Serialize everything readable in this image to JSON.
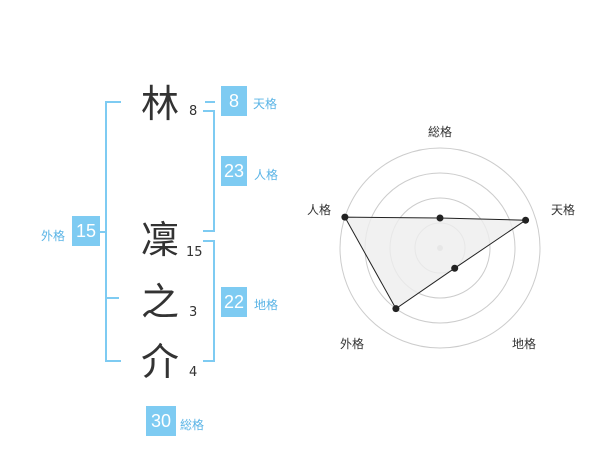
{
  "name_chars": [
    {
      "char": "林",
      "strokes": "8"
    },
    {
      "char": "凜",
      "strokes": "15"
    },
    {
      "char": "之",
      "strokes": "3"
    },
    {
      "char": "介",
      "strokes": "4"
    }
  ],
  "kakusu": {
    "tenkaku": {
      "label": "天格",
      "value": "8"
    },
    "jinkaku": {
      "label": "人格",
      "value": "23"
    },
    "chikaku": {
      "label": "地格",
      "value": "22"
    },
    "gaikaku": {
      "label": "外格",
      "value": "15"
    },
    "soukaku": {
      "label": "総格",
      "value": "30"
    }
  },
  "radar": {
    "axes": [
      "総格",
      "天格",
      "地格",
      "外格",
      "人格"
    ],
    "levels": 4,
    "values": [
      0.3,
      0.9,
      0.25,
      0.75,
      1.0
    ],
    "colors": {
      "fill": "#eeeeee",
      "line": "#222222",
      "grid": "#cccccc"
    }
  },
  "colors": {
    "accent": "#7ecbf2"
  }
}
